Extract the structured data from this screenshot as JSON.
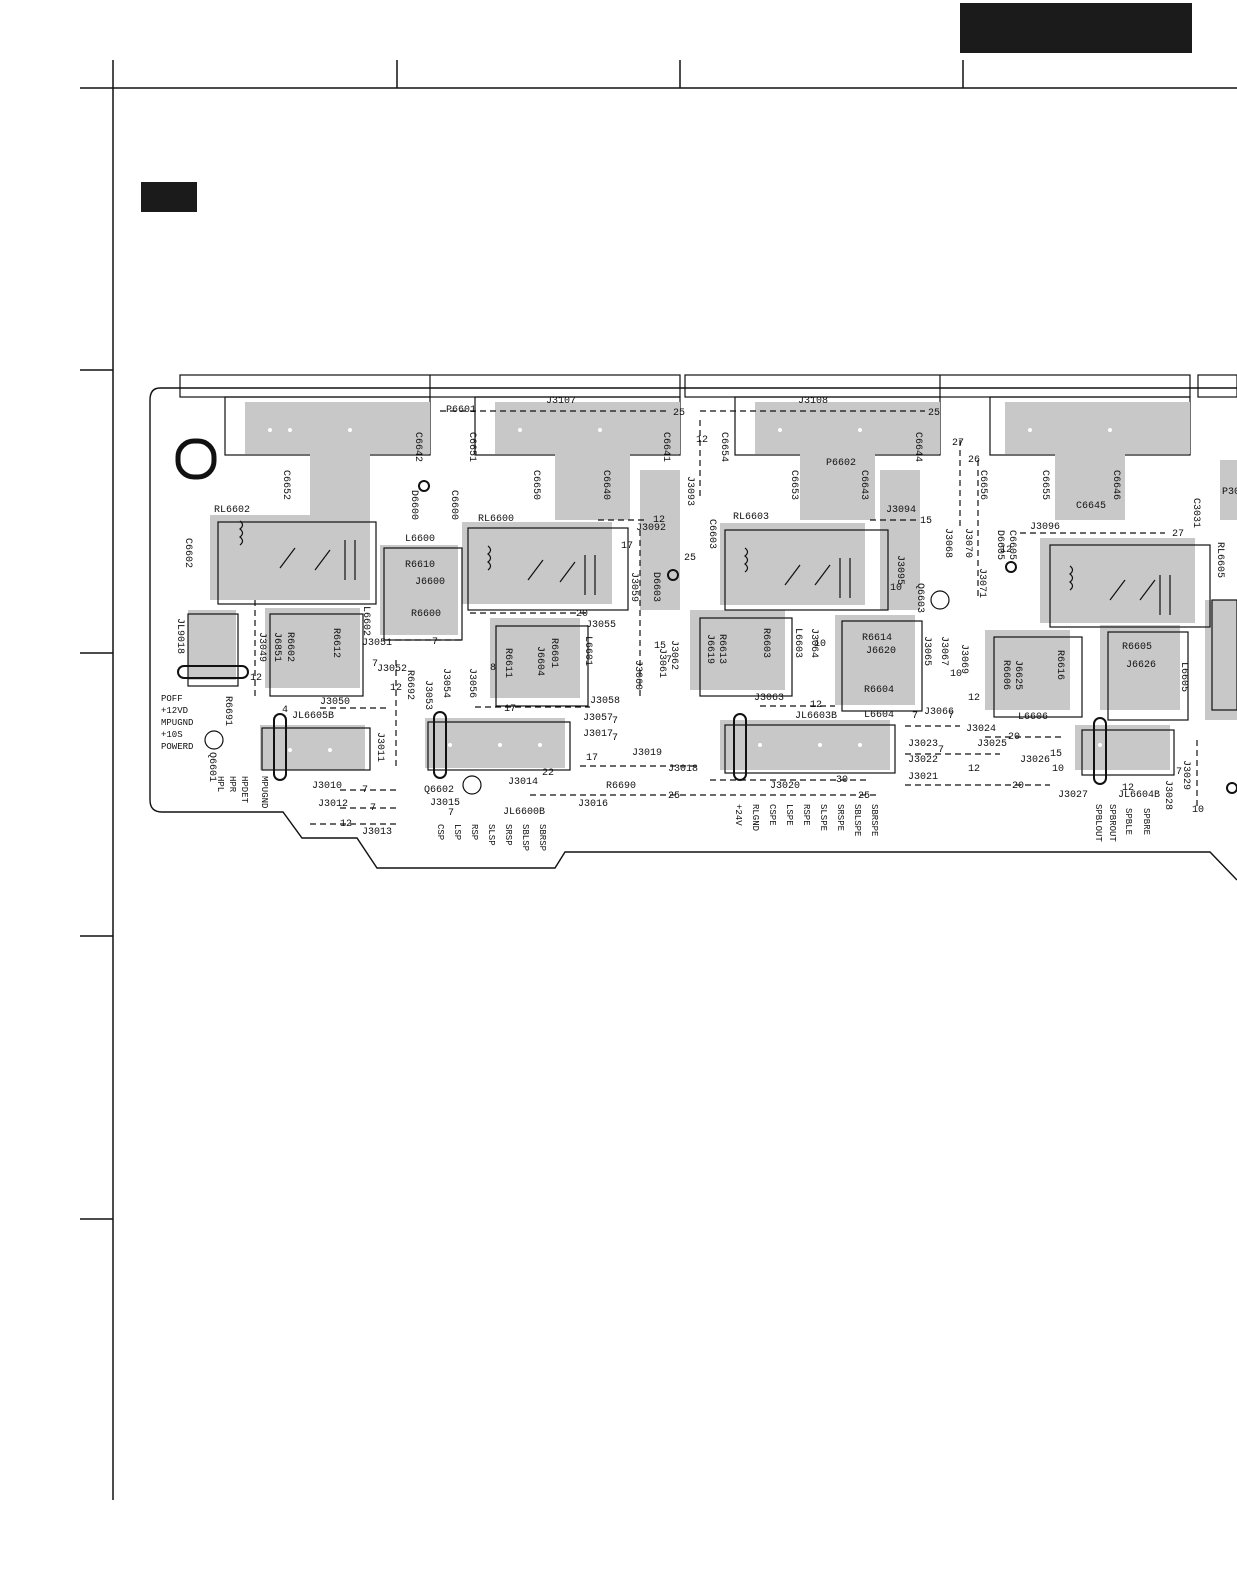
{
  "colors": {
    "ink": "#111111",
    "copper": "#c8c8c8",
    "copper_dark": "#b4b4b4",
    "paper": "#ffffff",
    "header_block": "#1b1b1b"
  },
  "refs": [
    "P6601",
    "J3107",
    "J3108",
    "P6602",
    "C6642",
    "C6651",
    "C6641",
    "C6654",
    "C6644",
    "C6652",
    "C6650",
    "C6640",
    "C6653",
    "C6643",
    "C6656",
    "C6655",
    "C6646",
    "C6645",
    "D6600",
    "C6600",
    "RL6602",
    "RL6600",
    "RL6603",
    "RL6605",
    "C6602",
    "C6603",
    "J3092",
    "J3093",
    "J3094",
    "J3096",
    "J3068",
    "J3070",
    "J3071",
    "C3031",
    "P30",
    "L6600",
    "R6610",
    "J6600",
    "R6600",
    "J3059",
    "D6603",
    "J3095",
    "Q6603",
    "D6605",
    "C6605",
    "JL9018",
    "J3049",
    "J6851",
    "R6602",
    "R6612",
    "L6602",
    "J3051",
    "J3052",
    "R6611",
    "J6604",
    "R6601",
    "L6601",
    "J3055",
    "J3062",
    "J3061",
    "J3060",
    "J6619",
    "R6613",
    "R6603",
    "L6603",
    "J3064",
    "R6614",
    "J6620",
    "J3065",
    "J3067",
    "J3069",
    "R6605",
    "J6626",
    "L6605",
    "J6625",
    "R6606",
    "R6616",
    "R6692",
    "J3054",
    "J3053",
    "J3056",
    "J3058",
    "R6604",
    "L6604",
    "J3063",
    "J3050",
    "JL6605B",
    "J3011",
    "R6691",
    "J3057",
    "J3017",
    "JL6603B",
    "J3066",
    "J3024",
    "L6606",
    "J3023",
    "J3025",
    "J3022",
    "J3026",
    "J3019",
    "J3018",
    "J3021",
    "J3014",
    "J3020",
    "J3010",
    "Q6602",
    "R6690",
    "J3012",
    "J3015",
    "J3016",
    "JL6600B",
    "J3013",
    "Q6601",
    "J3027",
    "JL6604B",
    "J3029",
    "J3028"
  ],
  "wire_numbers": [
    "25",
    "25",
    "12",
    "27",
    "26",
    "12",
    "15",
    "27",
    "17",
    "20",
    "25",
    "7",
    "10",
    "12",
    "10",
    "7",
    "12",
    "12",
    "17",
    "7",
    "4",
    "7",
    "22",
    "17",
    "30",
    "7",
    "25",
    "25",
    "20",
    "15",
    "7",
    "12",
    "10",
    "20",
    "12",
    "7",
    "10",
    "7",
    "7",
    "12",
    "10",
    "15",
    "7",
    "12",
    "8",
    "7",
    "12",
    "7"
  ],
  "connectors": {
    "left": [
      "POFF",
      "+12VD",
      "MPUGND",
      "+10S",
      "POWERD"
    ],
    "left_vertical": [
      "HPL",
      "HPR",
      "HPDET",
      "MPUGND"
    ],
    "bottom_a": [
      "CSP",
      "LSP",
      "RSP",
      "SLSP",
      "SRSP",
      "SBLSP",
      "SBRSP"
    ],
    "bottom_b": [
      "+24V",
      "RLGND",
      "CSPE",
      "LSPE",
      "RSPE",
      "SLSPE",
      "SRSPE",
      "SBLSPE",
      "SBRSPE"
    ],
    "bottom_c": [
      "SPBLOUT",
      "SPBROUT",
      "SPBLE",
      "SPBRE"
    ]
  }
}
